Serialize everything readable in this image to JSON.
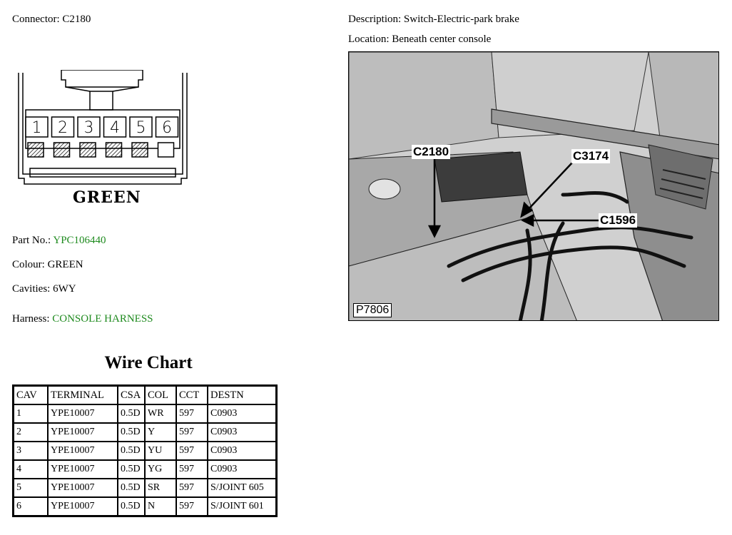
{
  "connector": {
    "label": "Connector:",
    "value": "C2180"
  },
  "description": {
    "label": "Description:",
    "value": "Switch-Electric-park brake"
  },
  "location": {
    "label": "Location:",
    "value": "Beneath center console"
  },
  "connector_diagram": {
    "cavity_numbers": [
      "1",
      "2",
      "3",
      "4",
      "5",
      "6"
    ],
    "cavity_filled": [
      true,
      true,
      true,
      true,
      true,
      false
    ],
    "color_label": "GREEN"
  },
  "part_no": {
    "label": "Part No.:",
    "value": "YPC106440"
  },
  "colour": {
    "label": "Colour:",
    "value": "GREEN"
  },
  "cavities": {
    "label": "Cavities:",
    "value": "6WY"
  },
  "harness": {
    "label": "Harness:",
    "value": "CONSOLE HARNESS"
  },
  "wire_chart": {
    "title": "Wire Chart",
    "headers": [
      "CAV",
      "TERMINAL",
      "CSA",
      "COL",
      "CCT",
      "DESTN"
    ],
    "rows": [
      [
        "1",
        "YPE10007",
        "0.5D",
        "WR",
        "597",
        "C0903"
      ],
      [
        "2",
        "YPE10007",
        "0.5D",
        "Y",
        "597",
        "C0903"
      ],
      [
        "3",
        "YPE10007",
        "0.5D",
        "YU",
        "597",
        "C0903"
      ],
      [
        "4",
        "YPE10007",
        "0.5D",
        "YG",
        "597",
        "C0903"
      ],
      [
        "5",
        "YPE10007",
        "0.5D",
        "SR",
        "597",
        "S/JOINT 605"
      ],
      [
        "6",
        "YPE10007",
        "0.5D",
        "N",
        "597",
        "S/JOINT 601"
      ]
    ]
  },
  "photo": {
    "callouts": [
      "C2180",
      "C3174",
      "C1596"
    ],
    "reference": "P7806"
  },
  "colors": {
    "link_green": "#1e8a1e"
  }
}
